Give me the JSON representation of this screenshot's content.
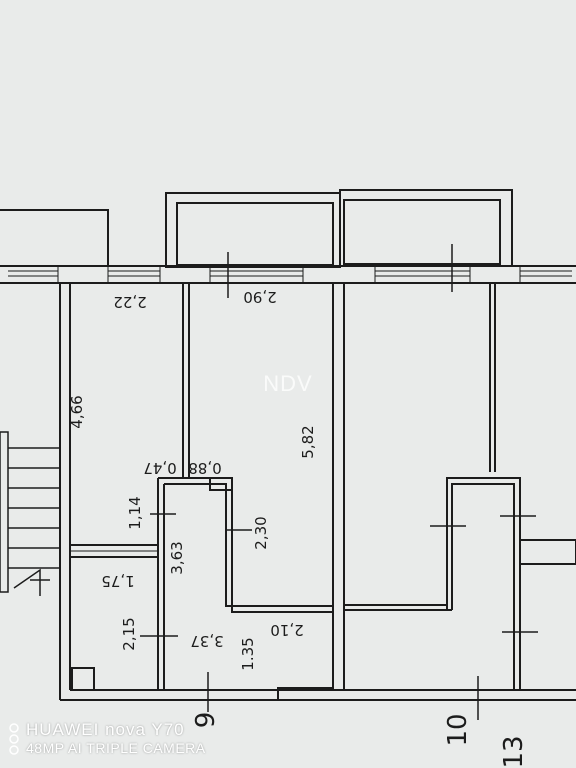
{
  "watermark": "NDV",
  "camera": {
    "line1": "HUAWEI nova Y70",
    "line2": "48MP AI TRIPLE CAMERA"
  },
  "dimensions": {
    "d_2_22": "2,22",
    "d_2_90": "2,90",
    "d_4_66": "4,66",
    "d_5_82": "5,82",
    "d_0_47": "0,47",
    "d_0_88": "0,88",
    "d_1_14": "1,14",
    "d_2_30": "2,30",
    "d_3_63": "3,63",
    "d_1_75": "1,75",
    "d_2_15": "2,15",
    "d_3_37": "3,37",
    "d_1_35": "1.35",
    "d_2_10": "2,10"
  },
  "axis_labels": {
    "a9": "9",
    "a10": "10",
    "a13": "13"
  },
  "colors": {
    "paper": "#e9ebea",
    "ink": "#1c1c1c"
  }
}
